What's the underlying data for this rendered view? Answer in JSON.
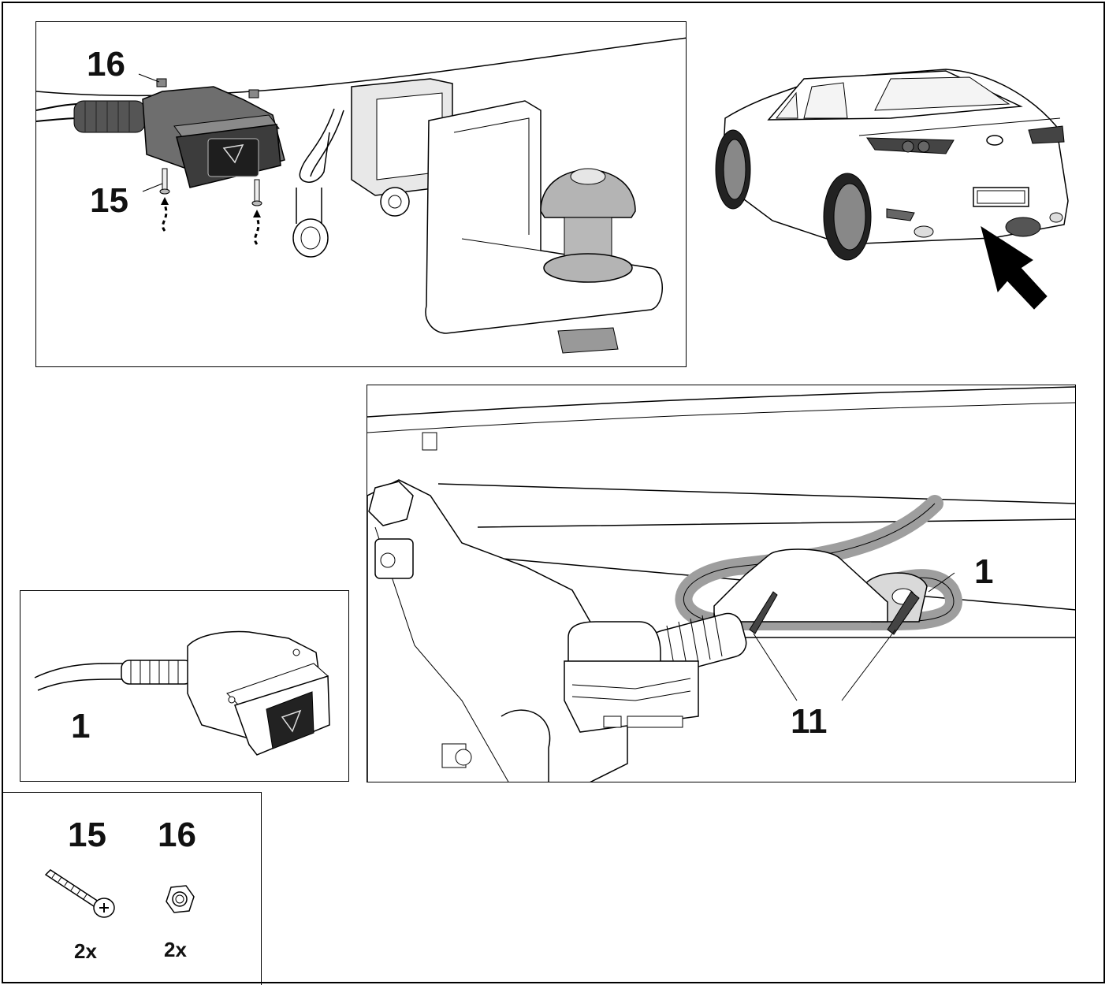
{
  "panels": {
    "detail_top": {
      "callouts": {
        "nut": "16",
        "screw": "15"
      }
    },
    "socket_part": {
      "callout": "1"
    },
    "installed_view": {
      "callouts": {
        "socket": "1",
        "cable_ties": "11"
      }
    },
    "parts_list": {
      "items": [
        {
          "number": "15",
          "quantity": "2x",
          "icon": "screw-icon"
        },
        {
          "number": "16",
          "quantity": "2x",
          "icon": "nut-icon"
        }
      ]
    }
  },
  "colors": {
    "line": "#000000",
    "shade_dark": "#6e6e6e",
    "shade_mid": "#a9a9a9",
    "shade_light": "#d9d9d9",
    "background": "#ffffff"
  }
}
